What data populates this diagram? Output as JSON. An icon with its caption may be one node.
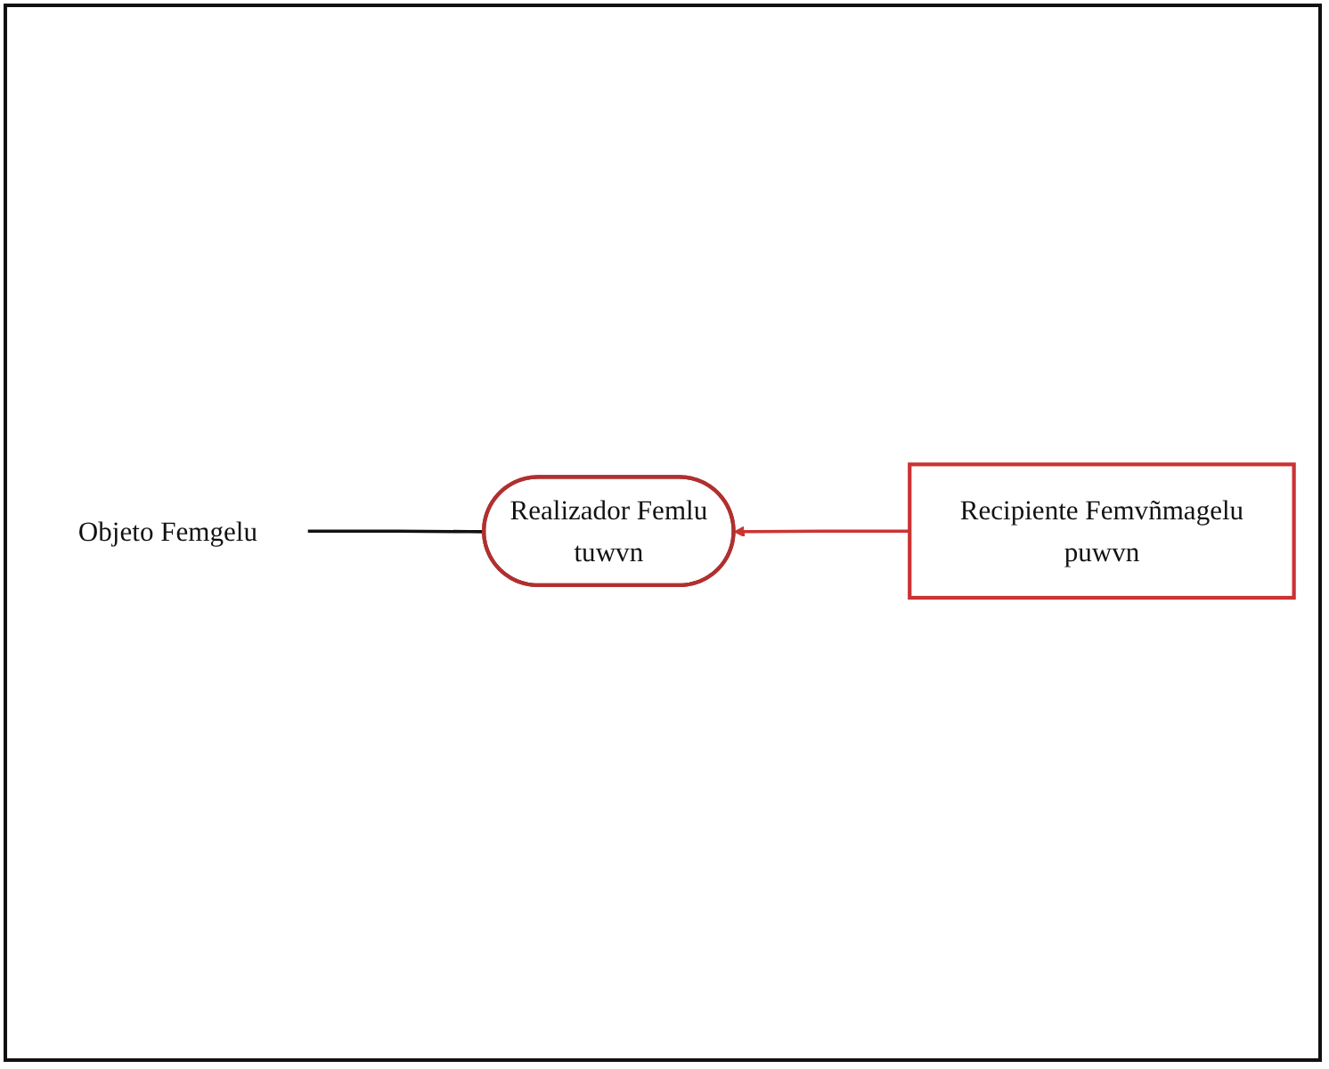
{
  "diagram": {
    "nodes": [
      {
        "text": [
          "Realizador Femlu",
          "tuwvn"
        ]
      },
      {
        "text": [
          "Recipiente Femvñmagelu",
          "puwvn"
        ]
      },
      {
        "text": [
          "Objeto Femgelu"
        ]
      }
    ],
    "edges": [
      {
        "from": 1,
        "to": 0,
        "arrow": "to",
        "color": "#cc3333"
      },
      {
        "from": 0,
        "to": 2,
        "arrow": "none",
        "color": "#111111"
      }
    ]
  }
}
